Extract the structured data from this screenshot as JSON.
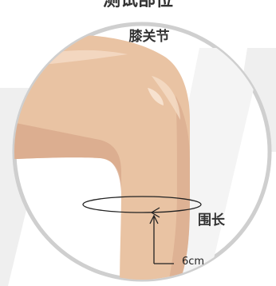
{
  "top_title": "测试部位",
  "labels": {
    "knee": "膝关节",
    "circumference": "围长",
    "distance": "6cm"
  },
  "colors": {
    "skin": "#e9c3a3",
    "skin_shadow": "#d7a78a",
    "skin_highlight": "#f3d7c0",
    "ring": "#c8c8c8",
    "watermark": "#eeeeee",
    "ink": "#222222"
  }
}
